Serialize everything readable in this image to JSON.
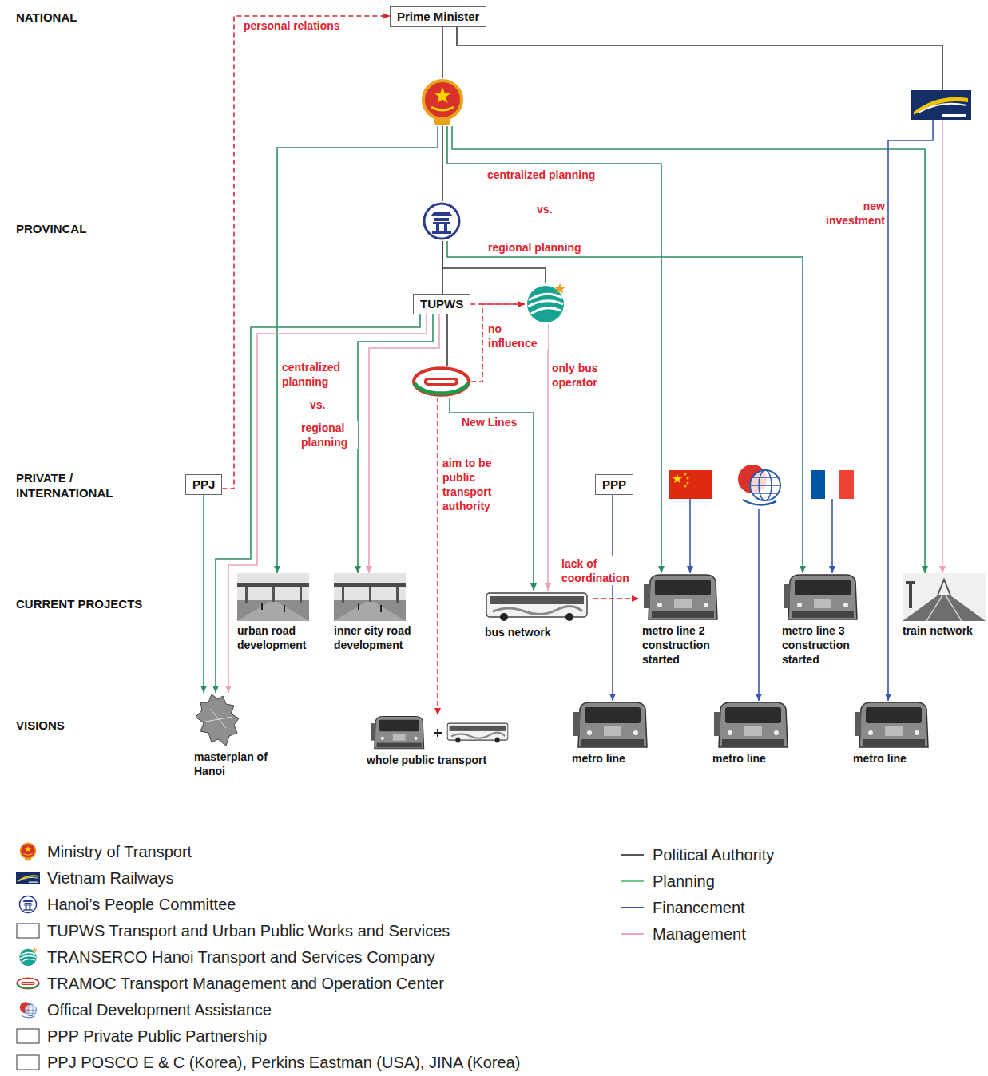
{
  "diagram": {
    "nodes": [
      {
        "text": [
          "Prime Minister"
        ]
      },
      {
        "text": []
      },
      {
        "text": []
      },
      {
        "text": []
      },
      {
        "text": [
          "TUPWS"
        ]
      },
      {
        "text": []
      },
      {
        "text": []
      },
      {
        "text": [
          "PPJ"
        ]
      },
      {
        "text": [
          "PPP"
        ]
      },
      {
        "text": []
      },
      {
        "text": []
      },
      {
        "text": []
      },
      {
        "text": [
          "urban road development"
        ]
      },
      {
        "text": [
          "inner city road development"
        ]
      },
      {
        "text": [
          "bus network"
        ]
      },
      {
        "text": [
          "metro line 2 construction started"
        ]
      },
      {
        "text": [
          "metro line 3 construction started"
        ]
      },
      {
        "text": [
          "train network"
        ]
      },
      {
        "text": [
          "masterplan of Hanoi"
        ]
      },
      {
        "text": [
          "whole public transport"
        ]
      },
      {
        "text": [
          "metro line"
        ]
      },
      {
        "text": [
          "metro line"
        ]
      },
      {
        "text": [
          "metro line"
        ]
      }
    ],
    "edges": [
      {
        "from": 0,
        "to": 1,
        "arrow": "none"
      },
      {
        "from": 0,
        "to": 2,
        "arrow": "none"
      },
      {
        "from": 1,
        "to": 3,
        "arrow": "none"
      },
      {
        "from": 3,
        "to": 4,
        "arrow": "none"
      },
      {
        "from": 3,
        "to": 5,
        "arrow": "none"
      },
      {
        "from": 7,
        "to": 0,
        "label": "personal relations",
        "arrow": "to"
      },
      {
        "from": 1,
        "to": 12,
        "arrow": "to"
      },
      {
        "from": 1,
        "to": 15,
        "arrow": "to"
      },
      {
        "from": 1,
        "to": 17,
        "arrow": "to"
      },
      {
        "from": 3,
        "to": 16,
        "arrow": "to"
      },
      {
        "from": 4,
        "to": 18,
        "arrow": "to"
      },
      {
        "from": 4,
        "to": 18,
        "arrow": "to"
      },
      {
        "from": 4,
        "to": 13,
        "arrow": "to"
      },
      {
        "from": 4,
        "to": 13,
        "arrow": "to"
      },
      {
        "from": 4,
        "to": 6,
        "arrow": "none"
      },
      {
        "from": 4,
        "to": 5,
        "arrow": "to"
      },
      {
        "from": 6,
        "to": 5,
        "label": "no influence",
        "arrow": "to"
      },
      {
        "from": 6,
        "to": 14,
        "label": "New Lines",
        "arrow": "to"
      },
      {
        "from": 5,
        "to": 14,
        "label": "only bus operator",
        "arrow": "to"
      },
      {
        "from": 6,
        "to": 19,
        "label": "aim to be public transport authority",
        "arrow": "to"
      },
      {
        "from": 14,
        "to": 15,
        "label": "lack of coordination",
        "arrow": "to"
      },
      {
        "from": 7,
        "to": 18,
        "arrow": "to"
      },
      {
        "from": 8,
        "to": 20,
        "arrow": "to"
      },
      {
        "from": 9,
        "to": 15,
        "arrow": "to"
      },
      {
        "from": 10,
        "to": 21,
        "arrow": "to"
      },
      {
        "from": 11,
        "to": 16,
        "arrow": "to"
      },
      {
        "from": 2,
        "to": 22,
        "label": "new investment",
        "arrow": "to"
      },
      {
        "from": 2,
        "to": 17,
        "arrow": "to"
      }
    ],
    "labels": [
      "NATIONAL",
      "PROVINCAL",
      "PRIVATE / INTERNATIONAL",
      "CURRENT PROJECTS",
      "VISIONS",
      "centralized planning",
      "vs.",
      "regional planning",
      "centralized planning",
      "vs.",
      "regional planning"
    ],
    "legend": [
      {
        "text": "Ministry of Transport"
      },
      {
        "text": "Vietnam Railways"
      },
      {
        "text": "Hanoi’s People Committee"
      },
      {
        "text": "TUPWS Transport and Urban Public Works and Services"
      },
      {
        "text": "TRANSERCO Hanoi Transport and Services Company"
      },
      {
        "text": "TRAMOC Transport Management and Operation Center"
      },
      {
        "text": "Offical Development Assistance"
      },
      {
        "text": "PPP Private Public Partnership"
      },
      {
        "text": "PPJ POSCO E & C (Korea), Perkins Eastman (USA), JINA (Korea)"
      },
      {
        "text": "Political Authority"
      },
      {
        "text": "Planning"
      },
      {
        "text": "Financement"
      },
      {
        "text": "Management"
      }
    ]
  }
}
